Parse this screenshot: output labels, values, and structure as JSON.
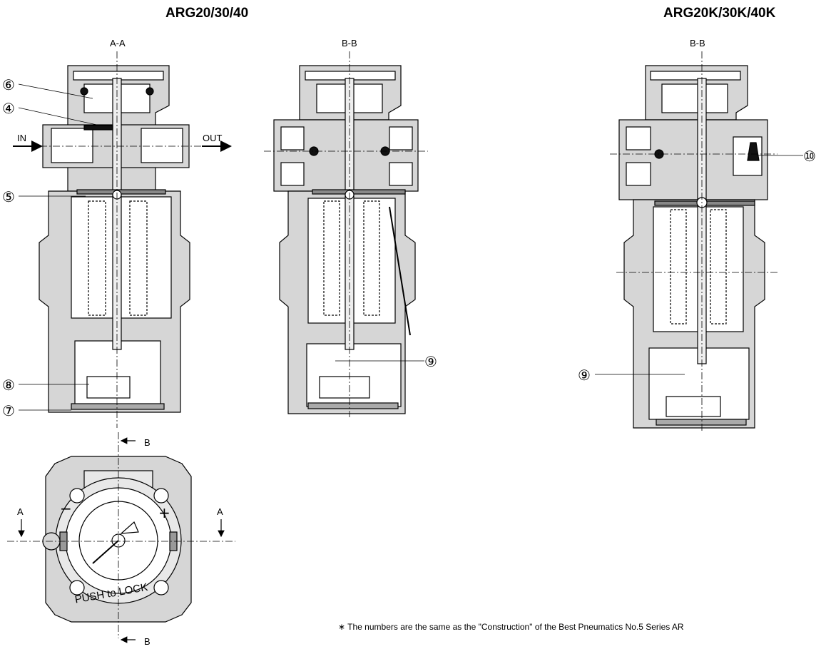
{
  "titles": {
    "left": "ARG20/30/40",
    "right": "ARG20K/30K/40K"
  },
  "section_labels": {
    "aa": "A-A",
    "bb_mid": "B-B",
    "bb_right": "B-B",
    "b_top": "B",
    "b_bottom": "B",
    "a_left": "A",
    "a_right": "A"
  },
  "flow_labels": {
    "in": "IN",
    "out": "OUT"
  },
  "callouts": [
    "⑥",
    "④",
    "⑤",
    "⑧",
    "⑦",
    "⑨",
    "⑨",
    "⑩"
  ],
  "knob_text": "PUSH to LOCK",
  "knob_signs": {
    "minus": "−",
    "plus": "+"
  },
  "footnote": "∗ The numbers are the same as the \"Construction\" of the Best Pneumatics No.5 Series AR",
  "colors": {
    "body_fill": "#d6d6d6",
    "line": "#000000",
    "background": "#ffffff"
  }
}
